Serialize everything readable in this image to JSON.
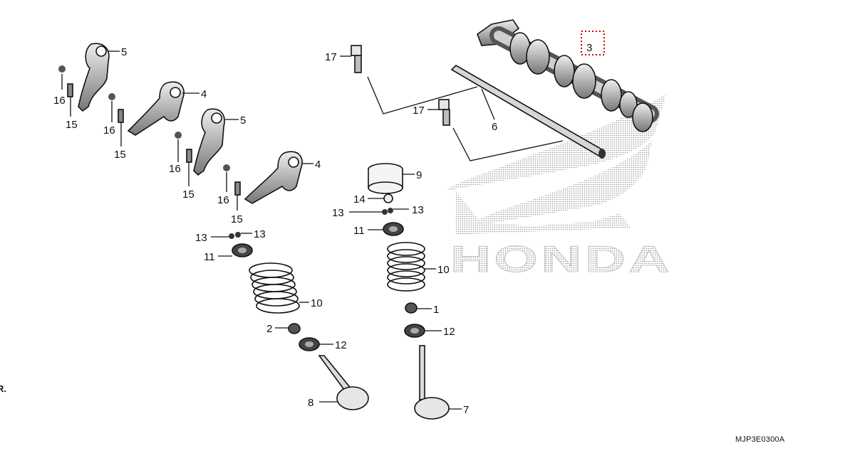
{
  "diagram": {
    "callouts": [
      {
        "id": "p1",
        "label": "1"
      },
      {
        "id": "p2",
        "label": "2"
      },
      {
        "id": "p3",
        "label": "3"
      },
      {
        "id": "p4a",
        "label": "4"
      },
      {
        "id": "p4b",
        "label": "4"
      },
      {
        "id": "p5a",
        "label": "5"
      },
      {
        "id": "p5b",
        "label": "5"
      },
      {
        "id": "p6",
        "label": "6"
      },
      {
        "id": "p7",
        "label": "7"
      },
      {
        "id": "p8",
        "label": "8"
      },
      {
        "id": "p9",
        "label": "9"
      },
      {
        "id": "p10a",
        "label": "10"
      },
      {
        "id": "p10b",
        "label": "10"
      },
      {
        "id": "p11a",
        "label": "11"
      },
      {
        "id": "p11b",
        "label": "11"
      },
      {
        "id": "p12a",
        "label": "12"
      },
      {
        "id": "p12b",
        "label": "12"
      },
      {
        "id": "p13a",
        "label": "13"
      },
      {
        "id": "p13b",
        "label": "13"
      },
      {
        "id": "p13c",
        "label": "13"
      },
      {
        "id": "p13d",
        "label": "13"
      },
      {
        "id": "p14",
        "label": "14"
      },
      {
        "id": "p15a",
        "label": "15"
      },
      {
        "id": "p15b",
        "label": "15"
      },
      {
        "id": "p15c",
        "label": "15"
      },
      {
        "id": "p15d",
        "label": "15"
      },
      {
        "id": "p16a",
        "label": "16"
      },
      {
        "id": "p16b",
        "label": "16"
      },
      {
        "id": "p16c",
        "label": "16"
      },
      {
        "id": "p16d",
        "label": "16"
      },
      {
        "id": "p17a",
        "label": "17"
      },
      {
        "id": "p17b",
        "label": "17"
      }
    ],
    "highlighted_callout": "3",
    "watermark": "HONDA",
    "diagram_code": "MJP3E0300A",
    "edge_fragment": "R."
  }
}
